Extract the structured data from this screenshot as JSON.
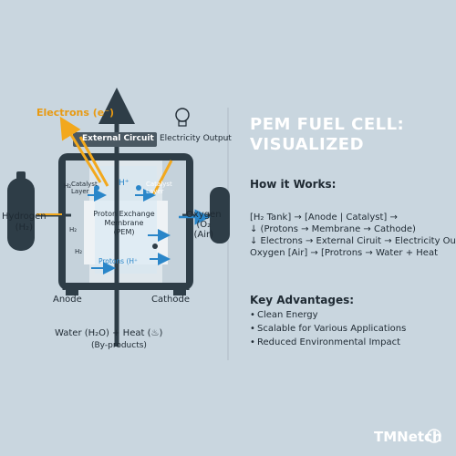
{
  "diagram": {
    "electrons_label": "Electrons (e⁻)",
    "external_circuit": "External Circuit",
    "electricity_output": "Electricity Output",
    "h_plus_top": "H⁺",
    "catalyst_left": "Catalyst\nLayer",
    "catalyst_right": "Catalyst\nLayer",
    "h2_tag": "H₂",
    "membrane_title": "Proton Exchange\nMembrane\n(PEM)",
    "protons_label": "Protons (H⁺",
    "hydrogen_label": "Hydrogen\n(H₂)",
    "oxygen_label": "Oxygen\n(O₂\n(Air)",
    "anode": "Anode",
    "cathode": "Cathode",
    "water_heat": "Water (H₂O) + Heat (♨)",
    "byproducts": "(By-products)"
  },
  "panel": {
    "title_line1": "PEM FUEL CELL:",
    "title_line2": "VISUALIZED",
    "how_heading": "How it Works:",
    "steps": [
      "[H₂ Tank] → [Anode | Catalyst] →",
      "↓ (Protons → Membrane → Cathode)",
      "↓ Electrons → External Ciruit → Electricity Output",
      "Oxygen [Air] → [Protrons → Water + Heat"
    ],
    "adv_heading": "Key Advantages:",
    "advantages": [
      "Clean Energy",
      "Scalable for Various Applications",
      "Reduced Environmental Impact"
    ]
  },
  "brand": "TMNetch",
  "colors": {
    "background": "#c9d6df",
    "cell_frame": "#2e3d47",
    "membrane": "#e9eef2",
    "electron_arrow": "#f2a81d",
    "proton_arrow": "#2a86c9",
    "electrons_text": "#e89a12"
  },
  "icons": [
    "lightbulb-icon",
    "heat-icon",
    "hydrogen-tank-icon",
    "oxygen-tank-icon"
  ]
}
